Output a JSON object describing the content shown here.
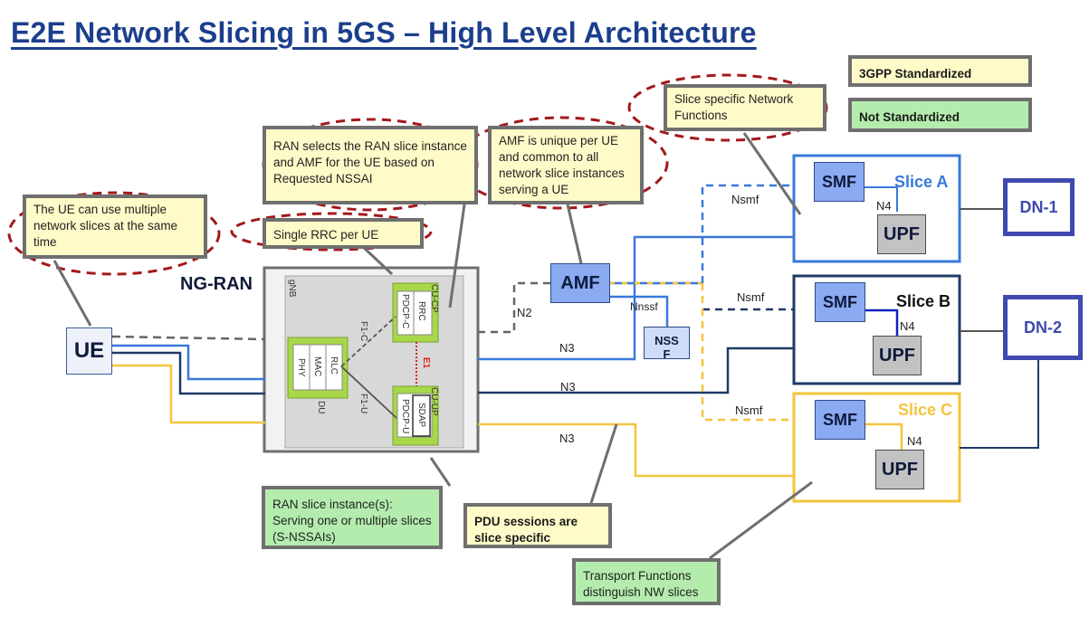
{
  "title": "E2E Network Slicing in 5GS – High Level Architecture",
  "legend": {
    "standardized": "3GPP Standardized",
    "not_standardized": "Not Standardized"
  },
  "colors": {
    "title": "#1c3f8c",
    "callout_yellow": "#fffbc9",
    "callout_green": "#b4ecae",
    "slice_a": "#3a78db",
    "slice_b": "#1f3a66",
    "slice_c": "#f2c53d",
    "dn_border": "#3f49b0",
    "ellipse_dashed": "#a3181d"
  },
  "callouts": {
    "ue_multi": "The UE can use multiple network slices at the same time",
    "ran_selects": "RAN selects the RAN slice instance and AMF for the UE based on Requested NSSAI",
    "single_rrc": "Single RRC per UE",
    "amf_unique": "AMF is unique per UE and common to all network slice instances serving a UE",
    "slice_nf": "Slice specific Network Functions",
    "ran_slice_instances": "RAN slice instance(s): Serving one or multiple slices (S-NSSAIs)",
    "pdu_sessions": "PDU sessions are slice specific",
    "transport": "Transport Functions distinguish NW slices"
  },
  "nodes": {
    "ue": "UE",
    "ng_ran": "NG-RAN",
    "gnb": "gNB",
    "du": "DU",
    "du_layers": [
      "PHY",
      "MAC",
      "RLC"
    ],
    "cu_cp": "CU-CP",
    "cu_cp_layers": [
      "PDCP-C",
      "RRC"
    ],
    "cu_up": "CU-UP",
    "cu_up_layers": [
      "PDCP-U",
      "SDAP"
    ],
    "amf": "AMF",
    "nssf": "NSS F",
    "smf": "SMF",
    "upf": "UPF",
    "dn1": "DN-1",
    "dn2": "DN-2"
  },
  "interfaces": {
    "f1c": "F1-C",
    "f1u": "F1-U",
    "e1": "E1",
    "n2": "N2",
    "n3": "N3",
    "n4": "N4",
    "nsmf": "Nsmf",
    "nnssf": "Nnssf"
  },
  "slices": [
    {
      "name": "Slice A"
    },
    {
      "name": "Slice B"
    },
    {
      "name": "Slice C"
    }
  ]
}
